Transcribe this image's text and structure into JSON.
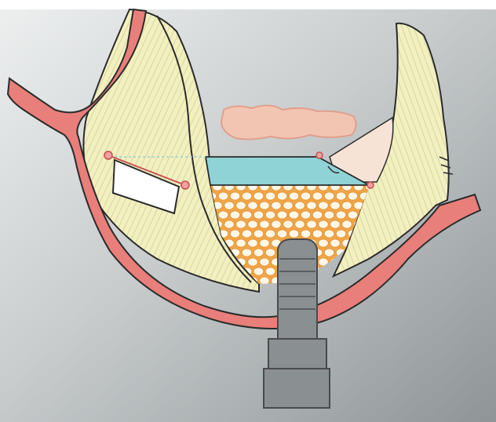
{
  "figure": {
    "colors": {
      "background_light": "#e4e6e7",
      "background_dark": "#8f9597",
      "bone": "#e87f7a",
      "bone_outline": "#3a2a2a",
      "muscle": "#f3f0c0",
      "muscle_striation": "#c9c89a",
      "mucosa": "#f7e3d6",
      "membrane": "#8fd3d6",
      "graft_particle": "#fff7e8",
      "graft_outline": "#f0a64a",
      "implant": "#8a8f91",
      "graft_block": "#f2c5b2",
      "screw_head": "#e07070",
      "plate_fill": "#ffffff"
    },
    "parts": [
      {
        "id": "mandible-cortex",
        "icon": "bone-icon"
      },
      {
        "id": "soft-tissue-flap-left",
        "icon": "muscle-icon"
      },
      {
        "id": "soft-tissue-flap-right",
        "icon": "muscle-icon"
      },
      {
        "id": "barrier-membrane",
        "icon": "membrane-icon"
      },
      {
        "id": "particulate-graft",
        "icon": "graft-icon"
      },
      {
        "id": "dental-implant",
        "icon": "implant-icon"
      },
      {
        "id": "fixation-plate",
        "icon": "plate-icon"
      },
      {
        "id": "autogenous-block",
        "icon": "block-icon"
      }
    ]
  }
}
